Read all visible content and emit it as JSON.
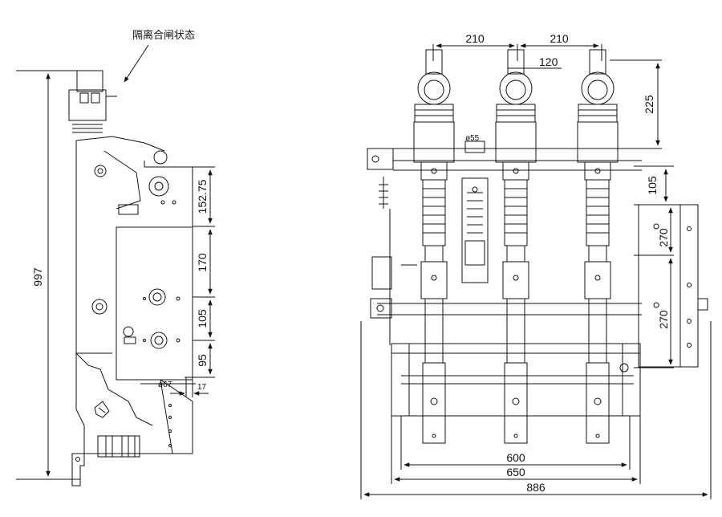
{
  "side_view": {
    "annotation": "隔离合闸状态",
    "dims": {
      "total_height": "997",
      "d1": "152.75",
      "d2": "170",
      "d3": "105",
      "d4": "95",
      "hole_dia": "ø67",
      "offset": "17"
    }
  },
  "front_view": {
    "dims": {
      "pitch_left": "210",
      "pitch_right": "210",
      "contact_width": "120",
      "top_height": "225",
      "upper_gap": "105",
      "mount_1": "270",
      "mount_2": "270",
      "small_hole": "ø55",
      "inner_width": "600",
      "frame_width": "650",
      "overall_width": "886"
    }
  }
}
